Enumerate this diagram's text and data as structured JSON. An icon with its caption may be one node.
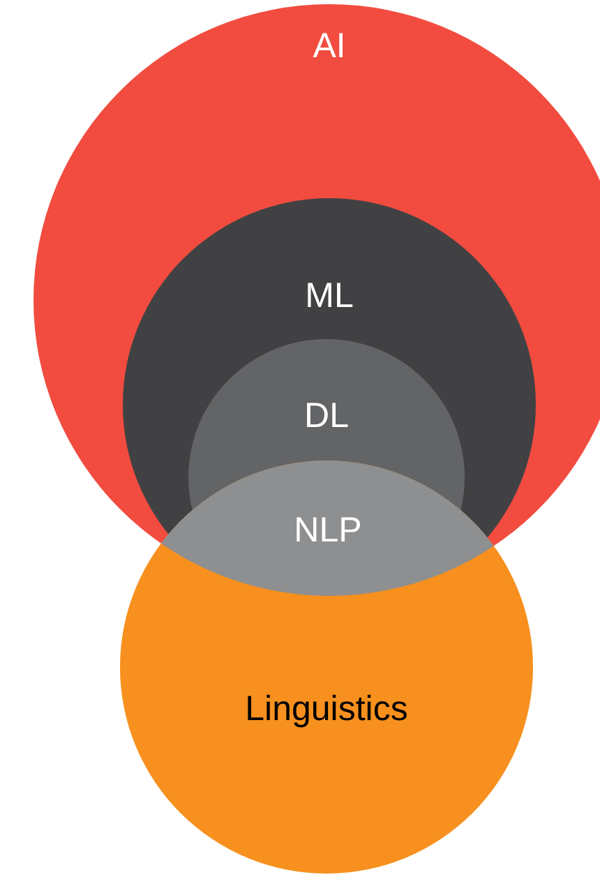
{
  "diagram": {
    "nodes": [
      {
        "text": [
          "AI"
        ]
      },
      {
        "text": [
          "ML"
        ],
        "in": 0
      },
      {
        "text": [
          "DL"
        ],
        "in": 1
      },
      {
        "text": [
          "Linguistics"
        ]
      },
      {
        "text": [
          "NLP"
        ]
      }
    ]
  }
}
